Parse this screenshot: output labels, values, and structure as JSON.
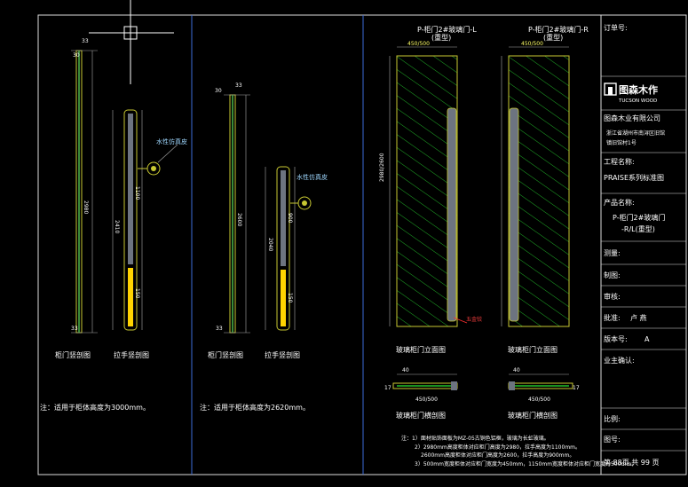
{
  "drawing": {
    "left_section": {
      "cabinet_label": "柜门竖剖图",
      "handle_label": "拉手竖剖图",
      "leather_label": "水性仿真皮",
      "note": "注：适用于柜体高度为3000mm。",
      "dims": {
        "top_a": "30",
        "top_b": "33",
        "total": "2980",
        "mid": "2410",
        "seg": "1100",
        "low": "150",
        "bottom": "33"
      }
    },
    "middle_section": {
      "cabinet_label": "柜门竖剖图",
      "handle_label": "拉手竖剖图",
      "leather_label": "水性仿真皮",
      "note": "注：适用于柜体高度为2620mm。",
      "dims": {
        "top_a": "30",
        "top_b": "33",
        "total": "2600",
        "mid": "2040",
        "seg": "900",
        "low": "150",
        "bottom": "33"
      }
    },
    "right_section": {
      "door_left_title": "P-柜门2#玻璃门-L",
      "door_left_sub": "(重型)",
      "door_right_title": "P-柜门2#玻璃门-R",
      "door_right_sub": "(重型)",
      "width_dim": "450/500",
      "height_dim": "2980/2600",
      "elevation_left": "玻璃柜门立面图",
      "elevation_right": "玻璃柜门立面图",
      "cross_left": "玻璃柜门横剖图",
      "cross_right": "玻璃柜门横剖图",
      "hinge_label": "五金铰",
      "cross_dims": {
        "a": "40",
        "b": "17",
        "c": "450/500"
      },
      "notes": [
        "注：1）面材贴饰面板为MZ-05古铜色铝框，玻璃为长虹玻璃。",
        "2）2980mm高度柜体对应柜门高度为2980，拉手高度为1100mm。",
        "2600mm高度柜体对应柜门高度为2600，拉手高度为900mm。",
        "3）500mm宽度柜体对应柜门宽度为450mm，1150mm宽度柜体对应柜门宽度为500mm。"
      ]
    }
  },
  "title_block": {
    "order_no_label": "订单号:",
    "logo_cn": "图森木作",
    "logo_en": "TUCSON WOOD",
    "company": "图森木业有限公司",
    "address_line1": "浙江省湖州市南浔区旧馆",
    "address_line2": "镇旧馆村1号",
    "project_label": "工程名称:",
    "project_value": "PRAISE系列标准图",
    "product_label": "产品名称:",
    "product_value_1": "P-柜门2#玻璃门",
    "product_value_2": "-R/L(重型)",
    "survey_label": "测量:",
    "draw_label": "制图:",
    "review_label": "审核:",
    "approve_label": "批准:",
    "approve_value": "卢  燕",
    "version_label": "版本号:",
    "version_value": "A",
    "owner_label": "业主确认:",
    "scale_label": "比例:",
    "drawing_no_label": "图号:",
    "page_label": "第 88页,共 99 页"
  },
  "colors": {
    "background": "#000000",
    "frame": "#ffffff",
    "divider": "#3d6bd9",
    "glass_hatch": "#22c02a",
    "profile": "#c8c832",
    "accent_red": "#ff3030"
  }
}
